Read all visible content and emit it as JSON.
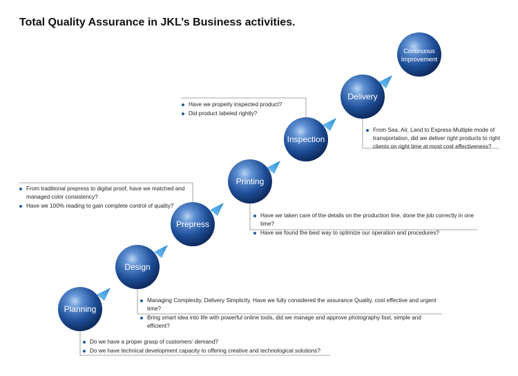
{
  "title": "Total Quality Assurance in JKL’s Business activities.",
  "colors": {
    "sphere_light": "#8fb6e6",
    "sphere_mid": "#2a5fa8",
    "sphere_dark": "#0b2458",
    "arrow": "#3fa4e4",
    "connector": "#888888",
    "bullet": "#1e5a9a"
  },
  "stages": [
    {
      "id": "planning",
      "label": "Planning"
    },
    {
      "id": "design",
      "label": "Design"
    },
    {
      "id": "prepress",
      "label": "Prepress"
    },
    {
      "id": "printing",
      "label": "Printing"
    },
    {
      "id": "inspection",
      "label": "Inspection"
    },
    {
      "id": "delivery",
      "label": "Delivery"
    },
    {
      "id": "continuous",
      "label": "Continuous Improvement",
      "lines": [
        "Continuous",
        "Improvement"
      ]
    }
  ],
  "notes": {
    "planning": [
      "Do we have a proper grasp of customers’ demand?",
      "Do we have technical development capacity to offering creative and technological solutions?"
    ],
    "design": [
      "Managing Complexity. Delivery Simplicity. Have we fully considered the assurance Quality, cost effective and urgent time?",
      "Bring smart idea into life with powerful online tools, did we manage and approve photography fast, simple and efficient?"
    ],
    "prepress": [
      "From traditional prepress to digital proof, have we matched and managed color consistency?",
      "Have we 100% reading to gain complete control of quality?"
    ],
    "printing": [
      "Have we taken care of the details on the production line, done the job correctly in one time?",
      "Have we found the best way to optimize our operation and procedures?"
    ],
    "inspection": [
      "Have we properly inspected product?",
      "Did product labeled rightly?"
    ],
    "delivery": [
      "From Sea, Air, Land to Express-Multiple mode of transportation, did we deliver right products to right clients on right time at most cost effectiveness?"
    ]
  }
}
